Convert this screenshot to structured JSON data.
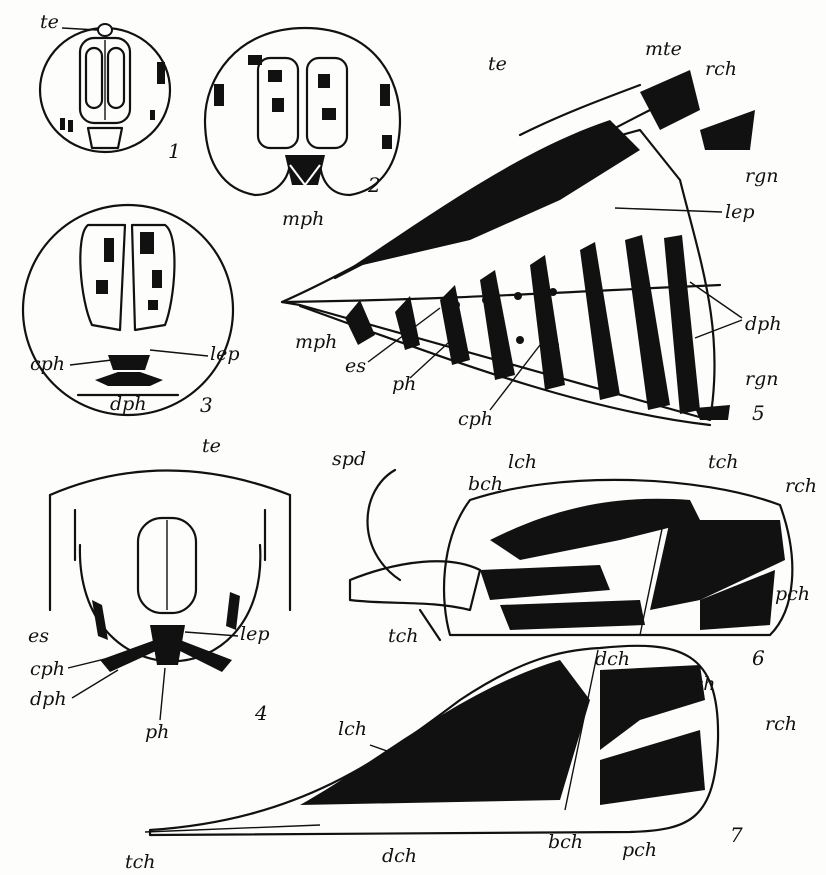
{
  "figure": {
    "panel_numbers": [
      "1",
      "2",
      "3",
      "4",
      "5",
      "6",
      "7"
    ],
    "labels": {
      "te": "te",
      "mte": "mte",
      "rch": "rch",
      "rgn": "rgn",
      "lep": "lep",
      "dph": "dph",
      "mph": "mph",
      "es": "es",
      "ph": "ph",
      "cph": "cph",
      "spd": "spd",
      "bch": "bch",
      "lch": "lch",
      "tch": "tch",
      "pch": "pch",
      "dch": "dch"
    }
  }
}
